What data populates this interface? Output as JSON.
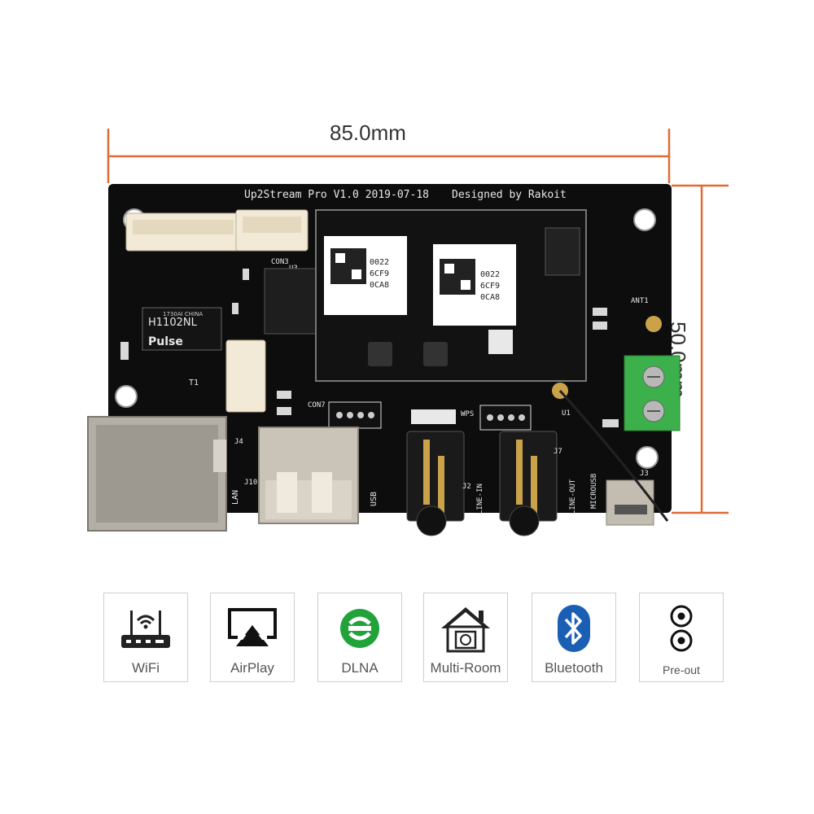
{
  "dimensions": {
    "width_label": "85.0mm",
    "height_label": "50.0mm",
    "dimension_color": "#e06a35"
  },
  "board": {
    "silkscreen_title": "Up2Stream Pro V1.0 2019-07-18",
    "silkscreen_designer": "Designed by Rakoit",
    "ethernet_chip_brand": "Pulse",
    "ethernet_chip_model": "H1102NL",
    "ethernet_chip_origin": "1730AI CHINA",
    "module_codes": [
      [
        "0022",
        "6CF9",
        "0CA8"
      ],
      [
        "0022",
        "6CF9",
        "0CA8"
      ]
    ],
    "port_labels": {
      "lan": "LAN",
      "usb": "USB",
      "line_in": "LINE-IN",
      "line_out": "LINE-OUT",
      "microusb": "MICROUSB",
      "wps": "WPS",
      "ant": "ANT1",
      "j3": "J3",
      "j4": "J4",
      "j10": "J10",
      "j7": "J7",
      "j2": "J2",
      "u1": "U1",
      "t1": "T1",
      "con3": "CON3",
      "u3": "U3",
      "con7": "CON7"
    },
    "colors": {
      "pcb": "#0d0d0d",
      "terminal_block": "#3cb04a",
      "connector": "#f2ead6"
    }
  },
  "features": [
    {
      "label": "WiFi",
      "icon": "wifi-router-icon"
    },
    {
      "label": "AirPlay",
      "icon": "airplay-icon"
    },
    {
      "label": "DLNA",
      "icon": "dlna-icon",
      "color": "#21a33a"
    },
    {
      "label": "Multi-Room",
      "icon": "multi-room-house-icon"
    },
    {
      "label": "Bluetooth",
      "icon": "bluetooth-icon",
      "color": "#1a5fb4"
    },
    {
      "label": "Pre-out",
      "icon": "pre-out-rca-icon"
    }
  ]
}
